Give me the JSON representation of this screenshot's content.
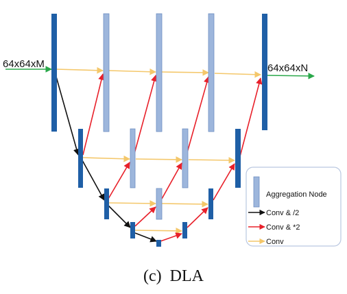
{
  "diagram": {
    "input_label": "64x64xM",
    "output_label": "64x64xN",
    "caption": "(c)  DLA"
  },
  "legend": {
    "aggregation_node": "Aggregation Node",
    "conv_down": "Conv & /2",
    "conv_up": "Conv & *2",
    "conv": "Conv"
  },
  "colors": {
    "main_node": "#1f5fa6",
    "aggregation_node": "#9db6dc",
    "aggregation_node_border": "#6f8fc2",
    "down_arrow": "#111111",
    "up_arrow": "#e8202a",
    "conv_line": "#f4c76a",
    "input_line": "#2aa84a",
    "legend_border": "#b9c7e0"
  }
}
